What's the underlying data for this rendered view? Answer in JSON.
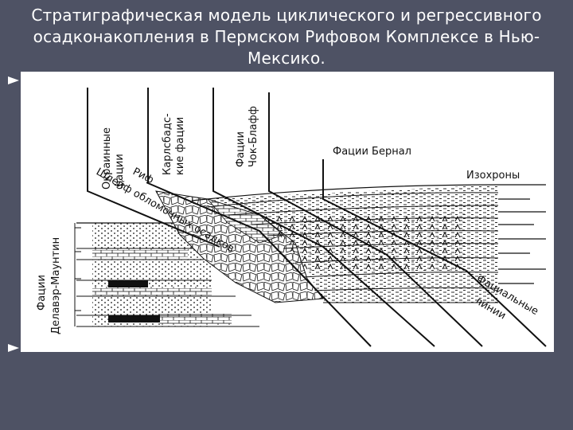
{
  "slide": {
    "title_lines": [
      "Стратиграфическая модель циклического и регрессивного",
      "осадконакопления в Пермском Рифовом Комплексе в Нью-",
      "Мексико."
    ]
  },
  "diagram": {
    "labels": {
      "marginal_facies": [
        "Окраинные",
        "фации"
      ],
      "carlsbad_facies": [
        "Карлсбадс-",
        "кие фации"
      ],
      "chalk_bluff_facies": [
        "Фации",
        "Чок-Блафф"
      ],
      "bernal_facies": "Фации Бернал",
      "isochrons": "Изохроны",
      "reef": "Риф",
      "reef_apron": "Шлейф обломочных осадков",
      "delaware_mountain": [
        "Фации",
        "Делавэр-Маунтин"
      ],
      "facies_lines": [
        "Фациальные",
        "линии"
      ]
    },
    "colors": {
      "background": "#4e5264",
      "panel": "#ffffff",
      "ink": "#111111"
    }
  }
}
